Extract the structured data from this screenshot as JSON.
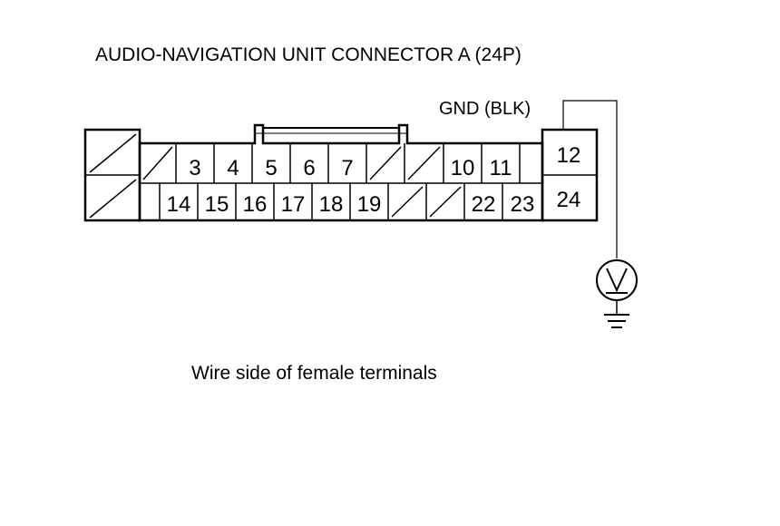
{
  "title": "AUDIO-NAVIGATION UNIT CONNECTOR A (24P)",
  "ground_label": "GND (BLK)",
  "caption": "Wire side of female terminals",
  "connector": {
    "top_row": [
      "",
      "",
      "3",
      "4",
      "5",
      "6",
      "7",
      "",
      "",
      "10",
      "11",
      "",
      "12"
    ],
    "bottom_row": [
      "",
      "",
      "14",
      "15",
      "16",
      "17",
      "18",
      "19",
      "",
      "",
      "22",
      "23",
      "24"
    ],
    "blanked_top": [
      0,
      1,
      7,
      8
    ],
    "blanked_bottom": [
      0,
      8,
      9
    ]
  },
  "icons": {
    "voltmeter": "voltmeter-icon",
    "ground": "ground-symbol-icon"
  }
}
